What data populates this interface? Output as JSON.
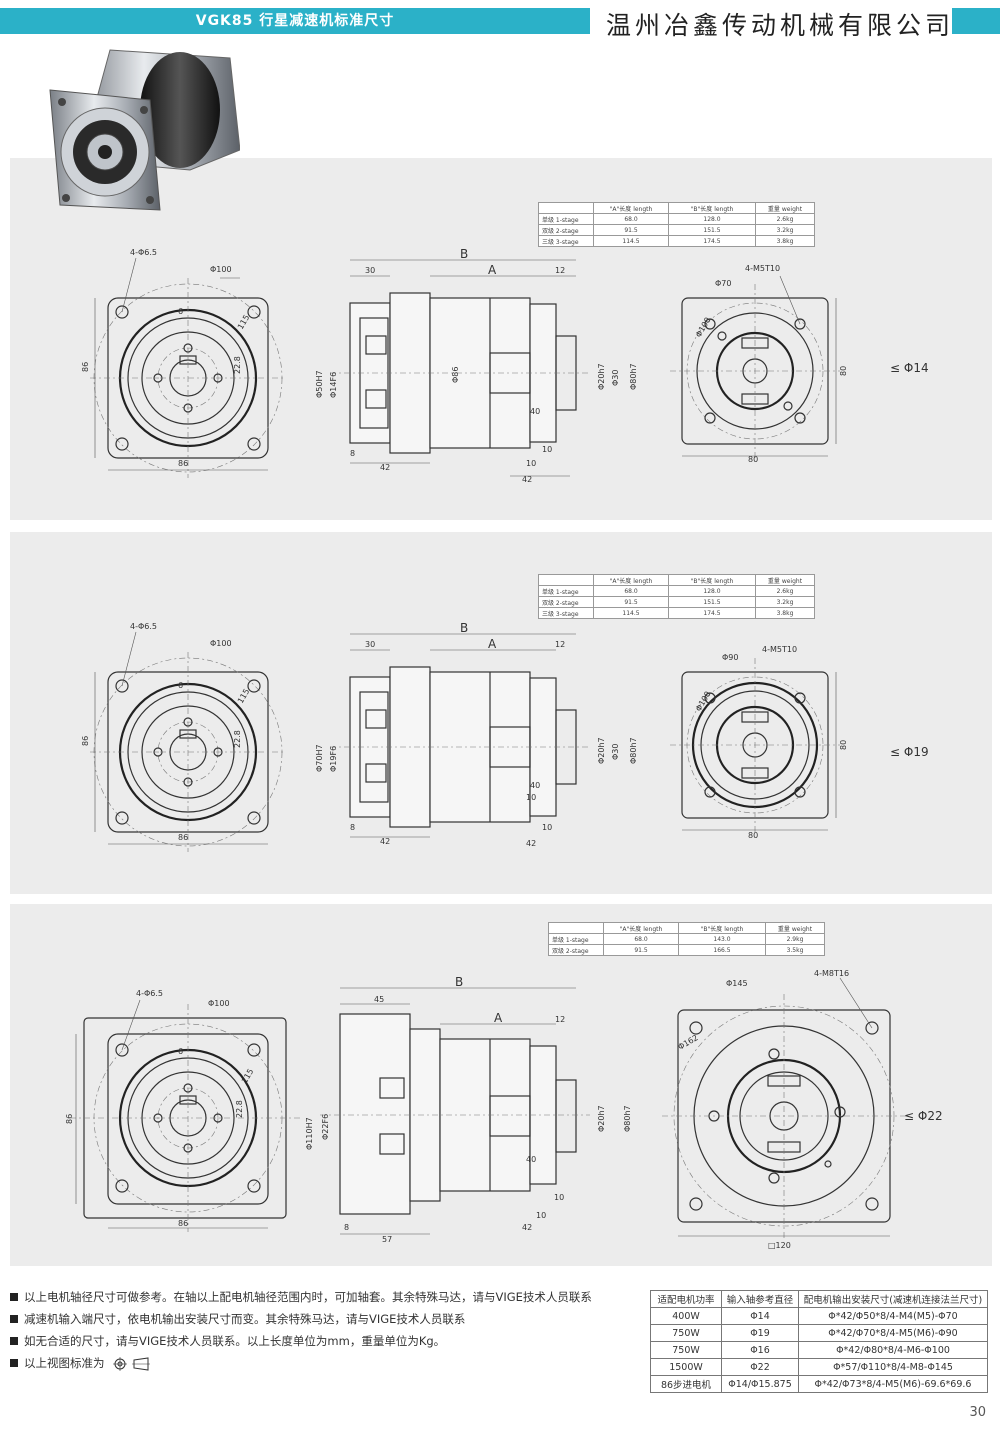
{
  "header": {
    "title": "VGK85 行星减速机标准尺寸",
    "company": "温州冶鑫传动机械有限公司"
  },
  "colors": {
    "accent": "#2bb1c8",
    "panel": "#ececec"
  },
  "product_image_icon": "planetary-gearbox-photo",
  "panels": [
    {
      "table": {
        "headers": [
          "",
          "\"A\"长度 length",
          "\"B\"长度 length",
          "重量 weight"
        ],
        "rows": [
          [
            "单级 1-stage",
            "68.0",
            "128.0",
            "2.6kg"
          ],
          [
            "双级 2-stage",
            "91.5",
            "151.5",
            "3.2kg"
          ],
          [
            "三级 3-stage",
            "114.5",
            "174.5",
            "3.8kg"
          ]
        ]
      },
      "front": {
        "holes": "4-Φ6.5",
        "pcd": "Φ100",
        "key": "6",
        "d1": "115",
        "d2": "22.8",
        "height": "86",
        "width": "86"
      },
      "side": {
        "B": "B",
        "A": "A",
        "l1": "30",
        "l2": "12",
        "d_pilot": "Φ50H7",
        "d_shaft": "Φ14F6",
        "d_body": "Φ86",
        "d_out1": "Φ20h7",
        "d_out2": "Φ30",
        "d_out3": "Φ80h7",
        "l3": "40",
        "l4": "8",
        "l5": "42",
        "l6": "10",
        "l7": "10",
        "l8": "42"
      },
      "rear": {
        "thread": "4-M5T10",
        "pcd": "Φ70",
        "d_in": "Φ100",
        "height": "80",
        "width": "80"
      },
      "shaft_note": "≤ Φ14"
    },
    {
      "table": {
        "headers": [
          "",
          "\"A\"长度 length",
          "\"B\"长度 length",
          "重量 weight"
        ],
        "rows": [
          [
            "单级 1-stage",
            "68.0",
            "128.0",
            "2.6kg"
          ],
          [
            "双级 2-stage",
            "91.5",
            "151.5",
            "3.2kg"
          ],
          [
            "三级 3-stage",
            "114.5",
            "174.5",
            "3.8kg"
          ]
        ]
      },
      "front": {
        "holes": "4-Φ6.5",
        "pcd": "Φ100",
        "key": "6",
        "d1": "115",
        "d2": "22.8",
        "height": "86",
        "width": "86"
      },
      "side": {
        "B": "B",
        "A": "A",
        "l1": "30",
        "l2": "12",
        "d_pilot": "Φ70H7",
        "d_shaft": "Φ19F6",
        "d_body": "",
        "d_out1": "Φ20h7",
        "d_out2": "Φ30",
        "d_out3": "Φ80h7",
        "l3": "40",
        "l4": "8",
        "l5": "42",
        "l6": "10",
        "l7": "10",
        "l8": "42"
      },
      "rear": {
        "thread": "4-M5T10",
        "pcd": "Φ90",
        "d_in": "Φ100",
        "height": "80",
        "width": "80"
      },
      "shaft_note": "≤ Φ19"
    },
    {
      "table": {
        "headers": [
          "",
          "\"A\"长度 length",
          "\"B\"长度 length",
          "重量 weight"
        ],
        "rows": [
          [
            "单级 1-stage",
            "68.0",
            "143.0",
            "2.9kg"
          ],
          [
            "双级 2-stage",
            "91.5",
            "166.5",
            "3.5kg"
          ]
        ]
      },
      "front": {
        "holes": "4-Φ6.5",
        "pcd": "Φ100",
        "key": "6",
        "d1": "115",
        "d2": "22.8",
        "height": "86",
        "width": "86"
      },
      "side": {
        "B": "B",
        "A": "A",
        "l1": "45",
        "l2": "12",
        "d_pilot": "Φ110H7",
        "d_shaft": "Φ22F6",
        "d_body": "",
        "d_out1": "Φ20h7",
        "d_out2": "",
        "d_out3": "Φ80h7",
        "l3": "40",
        "l4": "8",
        "l5": "57",
        "l6": "10",
        "l7": "10",
        "l8": "42"
      },
      "rear": {
        "thread": "4-M8T16",
        "pcd": "Φ145",
        "d_in": "Φ162",
        "height": "",
        "width": "□120"
      },
      "shaft_note": "≤ Φ22"
    }
  ],
  "notes": [
    "以上电机轴径尺寸可做参考。在轴以上配电机轴径范围内时，可加轴套。其余特殊马达，请与VIGE技术人员联系",
    "减速机输入端尺寸，依电机输出安装尺寸而变。其余特殊马达，请与VIGE技术人员联系",
    "如无合适的尺寸，请与VIGE技术人员联系。以上长度单位为mm，重量单位为Kg。",
    "以上视图标准为"
  ],
  "motor_table": {
    "headers": [
      "适配电机功率",
      "输入轴参考直径",
      "配电机输出安装尺寸(减速机连接法兰尺寸)"
    ],
    "rows": [
      [
        "400W",
        "Φ14",
        "Φ*42/Φ50*8/4-M4(M5)-Φ70"
      ],
      [
        "750W",
        "Φ19",
        "Φ*42/Φ70*8/4-M5(M6)-Φ90"
      ],
      [
        "750W",
        "Φ16",
        "Φ*42/Φ80*8/4-M6-Φ100"
      ],
      [
        "1500W",
        "Φ22",
        "Φ*57/Φ110*8/4-M8-Φ145"
      ],
      [
        "86步进电机",
        "Φ14/Φ15.875",
        "Φ*42/Φ73*8/4-M5(M6)-69.6*69.6"
      ]
    ]
  },
  "page_number": "30"
}
